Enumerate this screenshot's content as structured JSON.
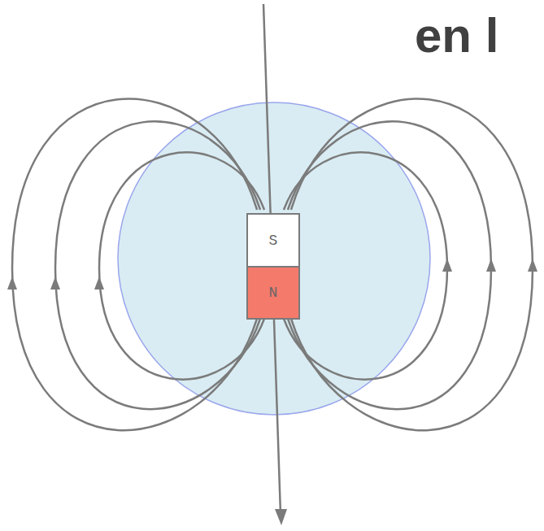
{
  "diagram": {
    "title": "en l",
    "nodes": [
      {
        "text": [
          "S"
        ]
      },
      {
        "text": [
          "N"
        ]
      }
    ]
  }
}
